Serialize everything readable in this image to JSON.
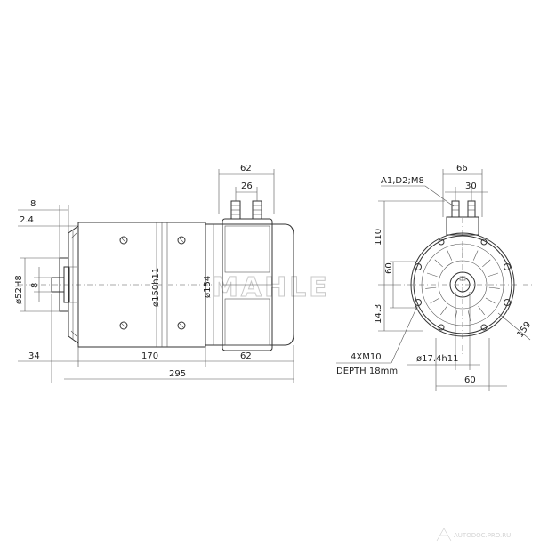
{
  "watermark": {
    "brand": "MAHLE",
    "site": "AUTODOC.PRO.RU"
  },
  "side_view": {
    "top_dims": {
      "terminal_span": "62",
      "terminal_pitch": "26"
    },
    "left_dims": {
      "flange_a": "8",
      "flange_b": "2.4",
      "spigot_dia": "ø52H8",
      "shaft_step": "8"
    },
    "body_dims": {
      "body_dia": "ø150h11",
      "housing_dia": "ø154"
    },
    "bottom_dims": {
      "shaft_len": "34",
      "body_len": "170",
      "end_len": "62",
      "overall_len": "295"
    }
  },
  "end_view": {
    "top_dims": {
      "terminal_span": "66",
      "terminal_pitch": "30"
    },
    "terminal_label": "A1,D2;M8",
    "left_dims": {
      "height_a": "110",
      "height_b": "60",
      "offset": "14.3"
    },
    "bolt_circle": "159",
    "thread_label": "4XM10",
    "depth_label": "DEPTH 18mm",
    "shaft_dia": "ø17.4h11",
    "bottom_dim": "60"
  }
}
